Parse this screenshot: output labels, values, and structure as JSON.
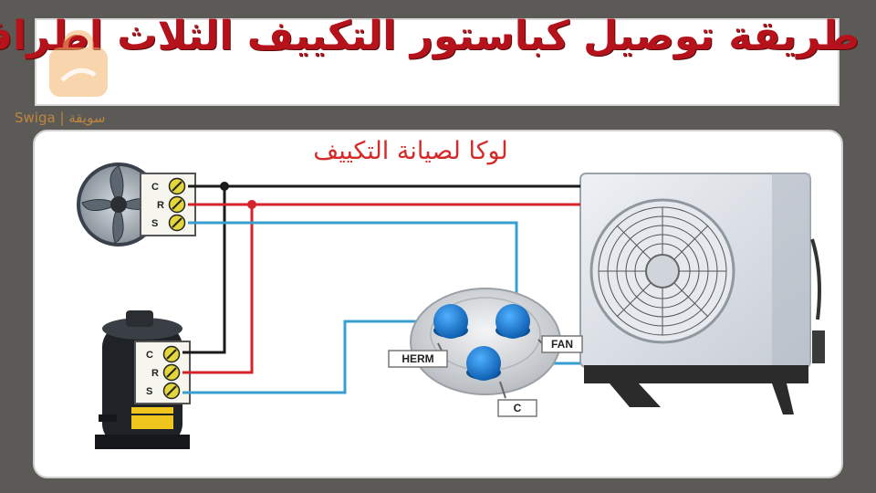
{
  "title": "طريقة توصيل كباستور التكييف الثلاث اطراف",
  "subtitle": "لوكا لصيانة التكييف",
  "watermark": "Swiga | سويقة",
  "fan_terminals": [
    "C",
    "R",
    "S"
  ],
  "compressor_terminals": [
    "C",
    "R",
    "S"
  ],
  "capacitor_labels": {
    "herm": "HERM",
    "fan": "FAN",
    "common": "C"
  },
  "colors": {
    "title": "#b5121b",
    "subtitle": "#d42a2a",
    "wire_black": "#1a1a1a",
    "wire_red": "#d4232a",
    "wire_blue": "#3a9fd0",
    "capacitor_terminal": "#1f7fd6"
  },
  "icons": [
    "fan-motor-icon",
    "compressor-icon",
    "capacitor-icon",
    "outdoor-unit-icon",
    "logo-icon"
  ]
}
